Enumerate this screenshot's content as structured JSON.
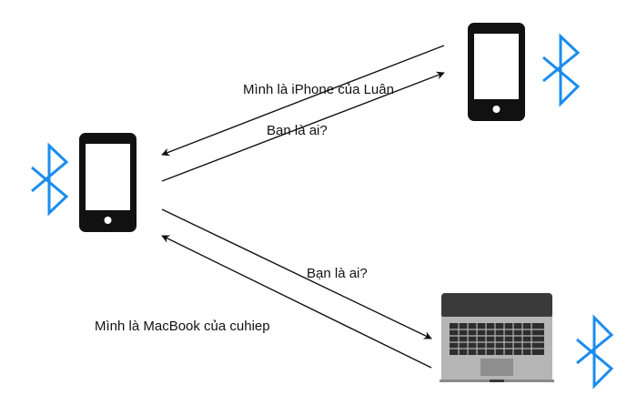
{
  "messages": {
    "iphone_reply": "Mình là iPhone của Luân",
    "question_to_iphone": "Bạn là ai?",
    "question_to_macbook": "Bạn là ai?",
    "macbook_reply": "Mình là MacBook của cuhiep"
  },
  "devices": {
    "sender_phone": {
      "icon": "smartphone-icon"
    },
    "iphone": {
      "icon": "smartphone-icon"
    },
    "macbook": {
      "icon": "laptop-icon"
    }
  },
  "icons": {
    "bluetooth": "bluetooth-icon"
  },
  "colors": {
    "bluetooth": "#1a8cf0",
    "device": "#111111",
    "arrow": "#111111"
  }
}
